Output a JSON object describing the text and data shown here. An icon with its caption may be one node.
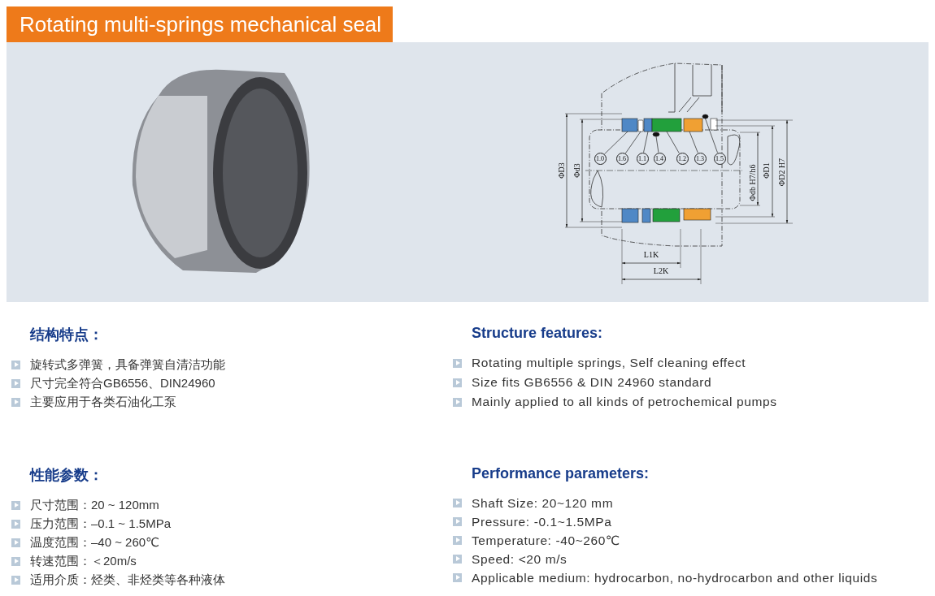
{
  "diagram": {
    "title": "Rotating multi-springs mechanical seal",
    "nodes": [
      {
        "text": [
          "1.0"
        ]
      },
      {
        "text": [
          "1.6"
        ]
      },
      {
        "text": [
          "1.1"
        ]
      },
      {
        "text": [
          "1.4"
        ]
      },
      {
        "text": [
          "1.2"
        ]
      },
      {
        "text": [
          "1.3"
        ]
      },
      {
        "text": [
          "1.5"
        ]
      },
      {
        "text": [],
        "shape": "box"
      },
      {
        "text": [],
        "shape": "bar"
      },
      {
        "text": [],
        "shape": "box"
      },
      {
        "text": [],
        "shape": "circle"
      },
      {
        "text": [],
        "shape": "box"
      },
      {
        "text": [],
        "shape": "box"
      },
      {
        "text": [],
        "shape": "circle"
      },
      {
        "text": [],
        "shape": "box"
      },
      {
        "text": [],
        "shape": "box"
      },
      {
        "text": [],
        "shape": "box"
      },
      {
        "text": [],
        "shape": "box"
      }
    ],
    "edges": [
      {
        "from": 0,
        "to": 7,
        "arrow": "none"
      },
      {
        "from": 1,
        "to": 8,
        "arrow": "none"
      },
      {
        "from": 2,
        "to": 9,
        "arrow": "none"
      },
      {
        "from": 3,
        "to": 10,
        "arrow": "none"
      },
      {
        "from": 4,
        "to": 11,
        "arrow": "none"
      },
      {
        "from": 5,
        "to": 12,
        "arrow": "none"
      },
      {
        "from": 6,
        "to": 13,
        "arrow": "none"
      }
    ],
    "labels": [
      "ΦD3",
      "Φd3",
      "Φdb H7/h6",
      "ΦD1",
      "ΦD2 H7",
      "L1K",
      "L2K",
      "结构特点：",
      "旋转式多弹簧，具备弹簧自清洁功能",
      "尺寸完全符合GB6556、DIN24960",
      "主要应用于各类石油化工泵",
      "性能参数：",
      "尺寸范围：20 ~ 120mm",
      "压力范围：–0.1 ~ 1.5MPa",
      "温度范围：–40 ~ 260℃",
      "转速范围：＜20m/s",
      "适用介质：烃类、非烃类等各种液体",
      "Structure features:",
      "Rotating multiple springs, Self cleaning effect",
      "Size fits GB6556 & DIN 24960 standard",
      "Mainly applied to all kinds of petrochemical pumps",
      "Performance parameters:",
      "Shaft Size: 20~120 mm",
      "Pressure: -0.1~1.5MPa",
      "Temperature: -40~260℃",
      "Speed: <20 m/s",
      "Applicable medium: hydrocarbon, no-hydrocarbon and other liquids"
    ]
  }
}
